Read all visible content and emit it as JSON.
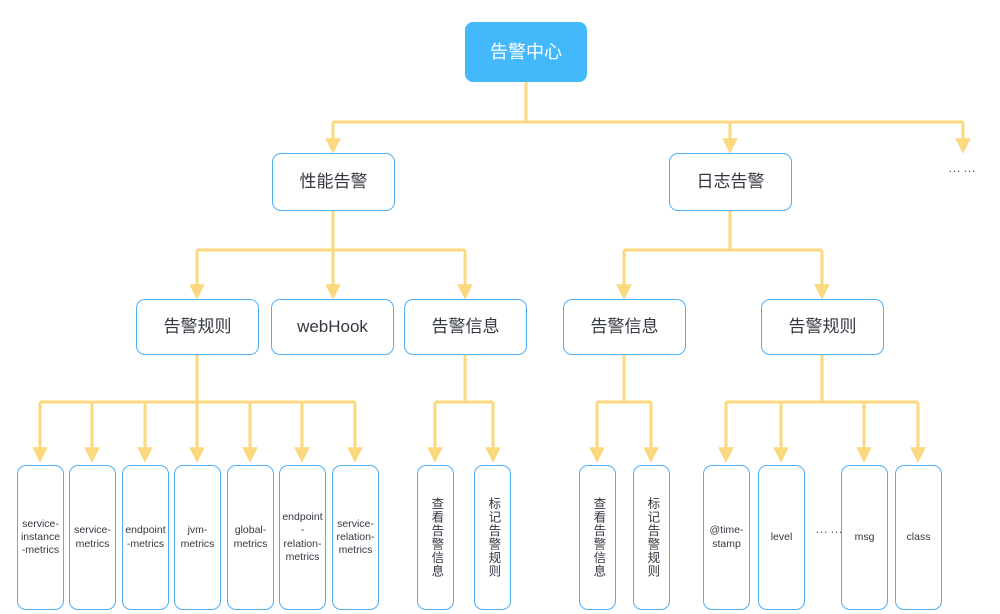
{
  "diagram": {
    "title_node": {
      "label": "告警中心"
    },
    "level2": [
      {
        "label": "性能告警"
      },
      {
        "label": "日志告警"
      },
      {
        "label": "……",
        "is_ellipsis": true
      }
    ],
    "level3": [
      {
        "label": "告警规则"
      },
      {
        "label": "webHook"
      },
      {
        "label": "告警信息"
      },
      {
        "label": "告警信息"
      },
      {
        "label": "告警规则"
      }
    ],
    "leaves_performance_rules": [
      {
        "label": "service-instance-metrics"
      },
      {
        "label": "service-metrics"
      },
      {
        "label": "endpoint-metrics"
      },
      {
        "label": "jvm-metrics"
      },
      {
        "label": "global-metrics"
      },
      {
        "label": "endpoint-relation-metrics"
      },
      {
        "label": "service-relation-metrics"
      }
    ],
    "leaves_performance_info": [
      {
        "label": "查看告警信息"
      },
      {
        "label": "标记告警规则"
      }
    ],
    "leaves_log_info": [
      {
        "label": "查看告警信息"
      },
      {
        "label": "标记告警规则"
      }
    ],
    "leaves_log_rules": [
      {
        "label": "@time-stamp"
      },
      {
        "label": "level"
      },
      {
        "label": "msg"
      },
      {
        "label": "class"
      }
    ],
    "inline_ellipsis": {
      "label": "……"
    },
    "colors": {
      "root_fill": "#43b9fb",
      "node_border": "#4fb0f5",
      "connector": "#fcd87f",
      "text": "#333740",
      "root_text": "#ffffff",
      "background": "#ffffff"
    }
  }
}
